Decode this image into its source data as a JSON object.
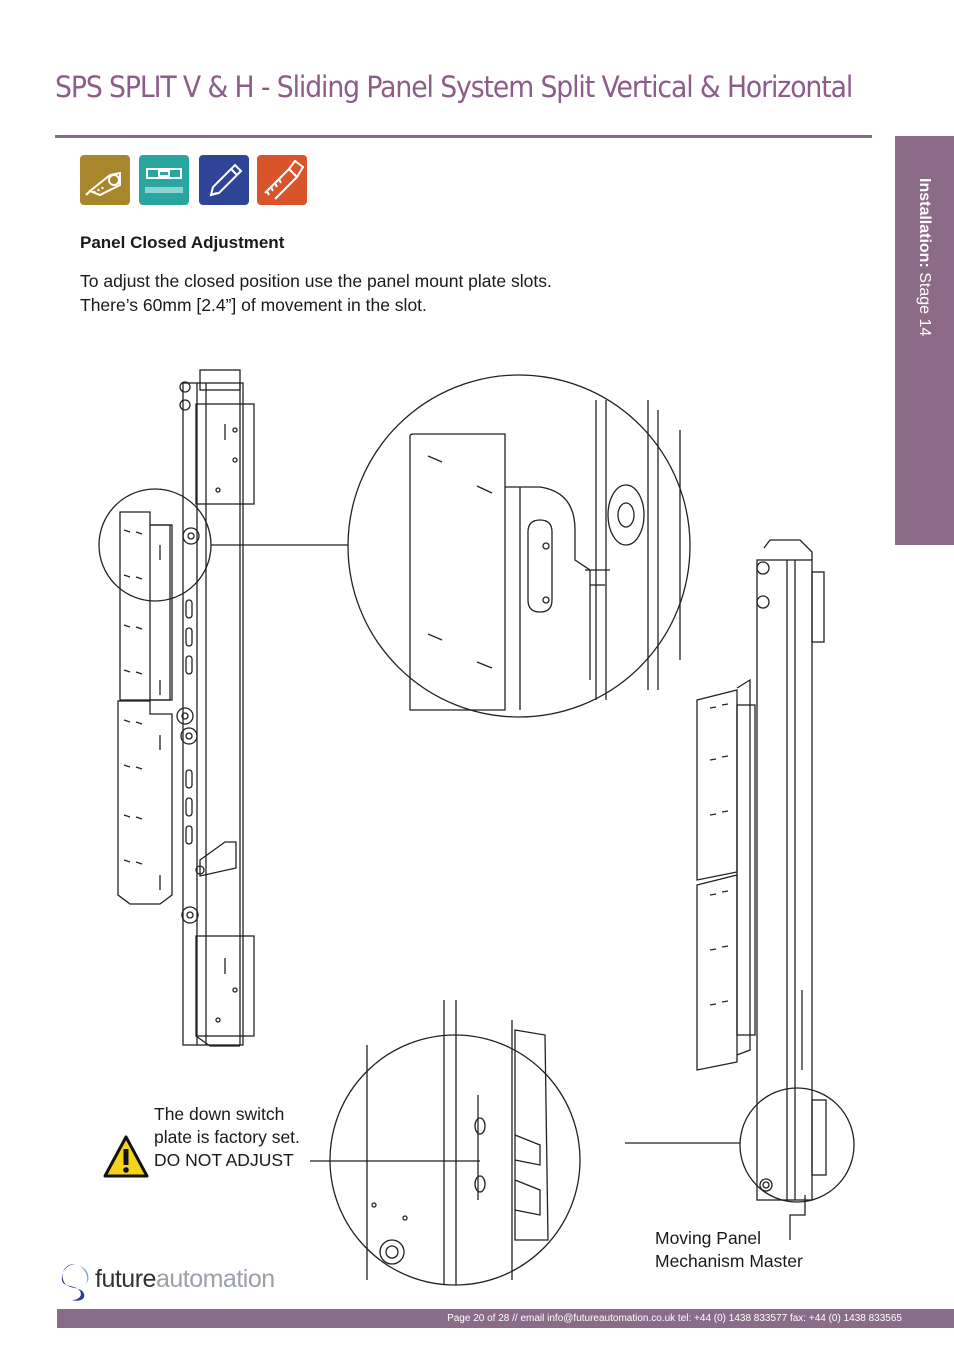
{
  "header": {
    "title": "SPS SPLIT V & H - Sliding Panel System Split Vertical & Horizontal",
    "accent_color": "#8b5d88"
  },
  "side_tab": {
    "label_bold": "Installation:",
    "label_regular": " Stage 14"
  },
  "tools": [
    {
      "name": "tape-measure-icon",
      "color": "#a8862c"
    },
    {
      "name": "spirit-level-icon",
      "color": "#2aa6a0"
    },
    {
      "name": "pencil-icon",
      "color": "#2e4597"
    },
    {
      "name": "saw-icon",
      "color": "#d9542a"
    }
  ],
  "section": {
    "heading": "Panel Closed Adjustment",
    "lines": [
      "To adjust the closed position use the panel mount plate slots.",
      "There’s 60mm [2.4”] of movement in the slot."
    ]
  },
  "callouts": {
    "warning_lines": [
      "The down switch",
      "plate is factory set.",
      "DO NOT ADJUST"
    ],
    "caption_lines": [
      "Moving Panel",
      "Mechanism Master"
    ]
  },
  "logo": {
    "text_bold": "future",
    "text_light": "automation"
  },
  "footer": {
    "text": "Page 20 of 28 // email info@futureautomation.co.uk  tel: +44 (0) 1438 833577  fax: +44 (0) 1438 833565"
  }
}
